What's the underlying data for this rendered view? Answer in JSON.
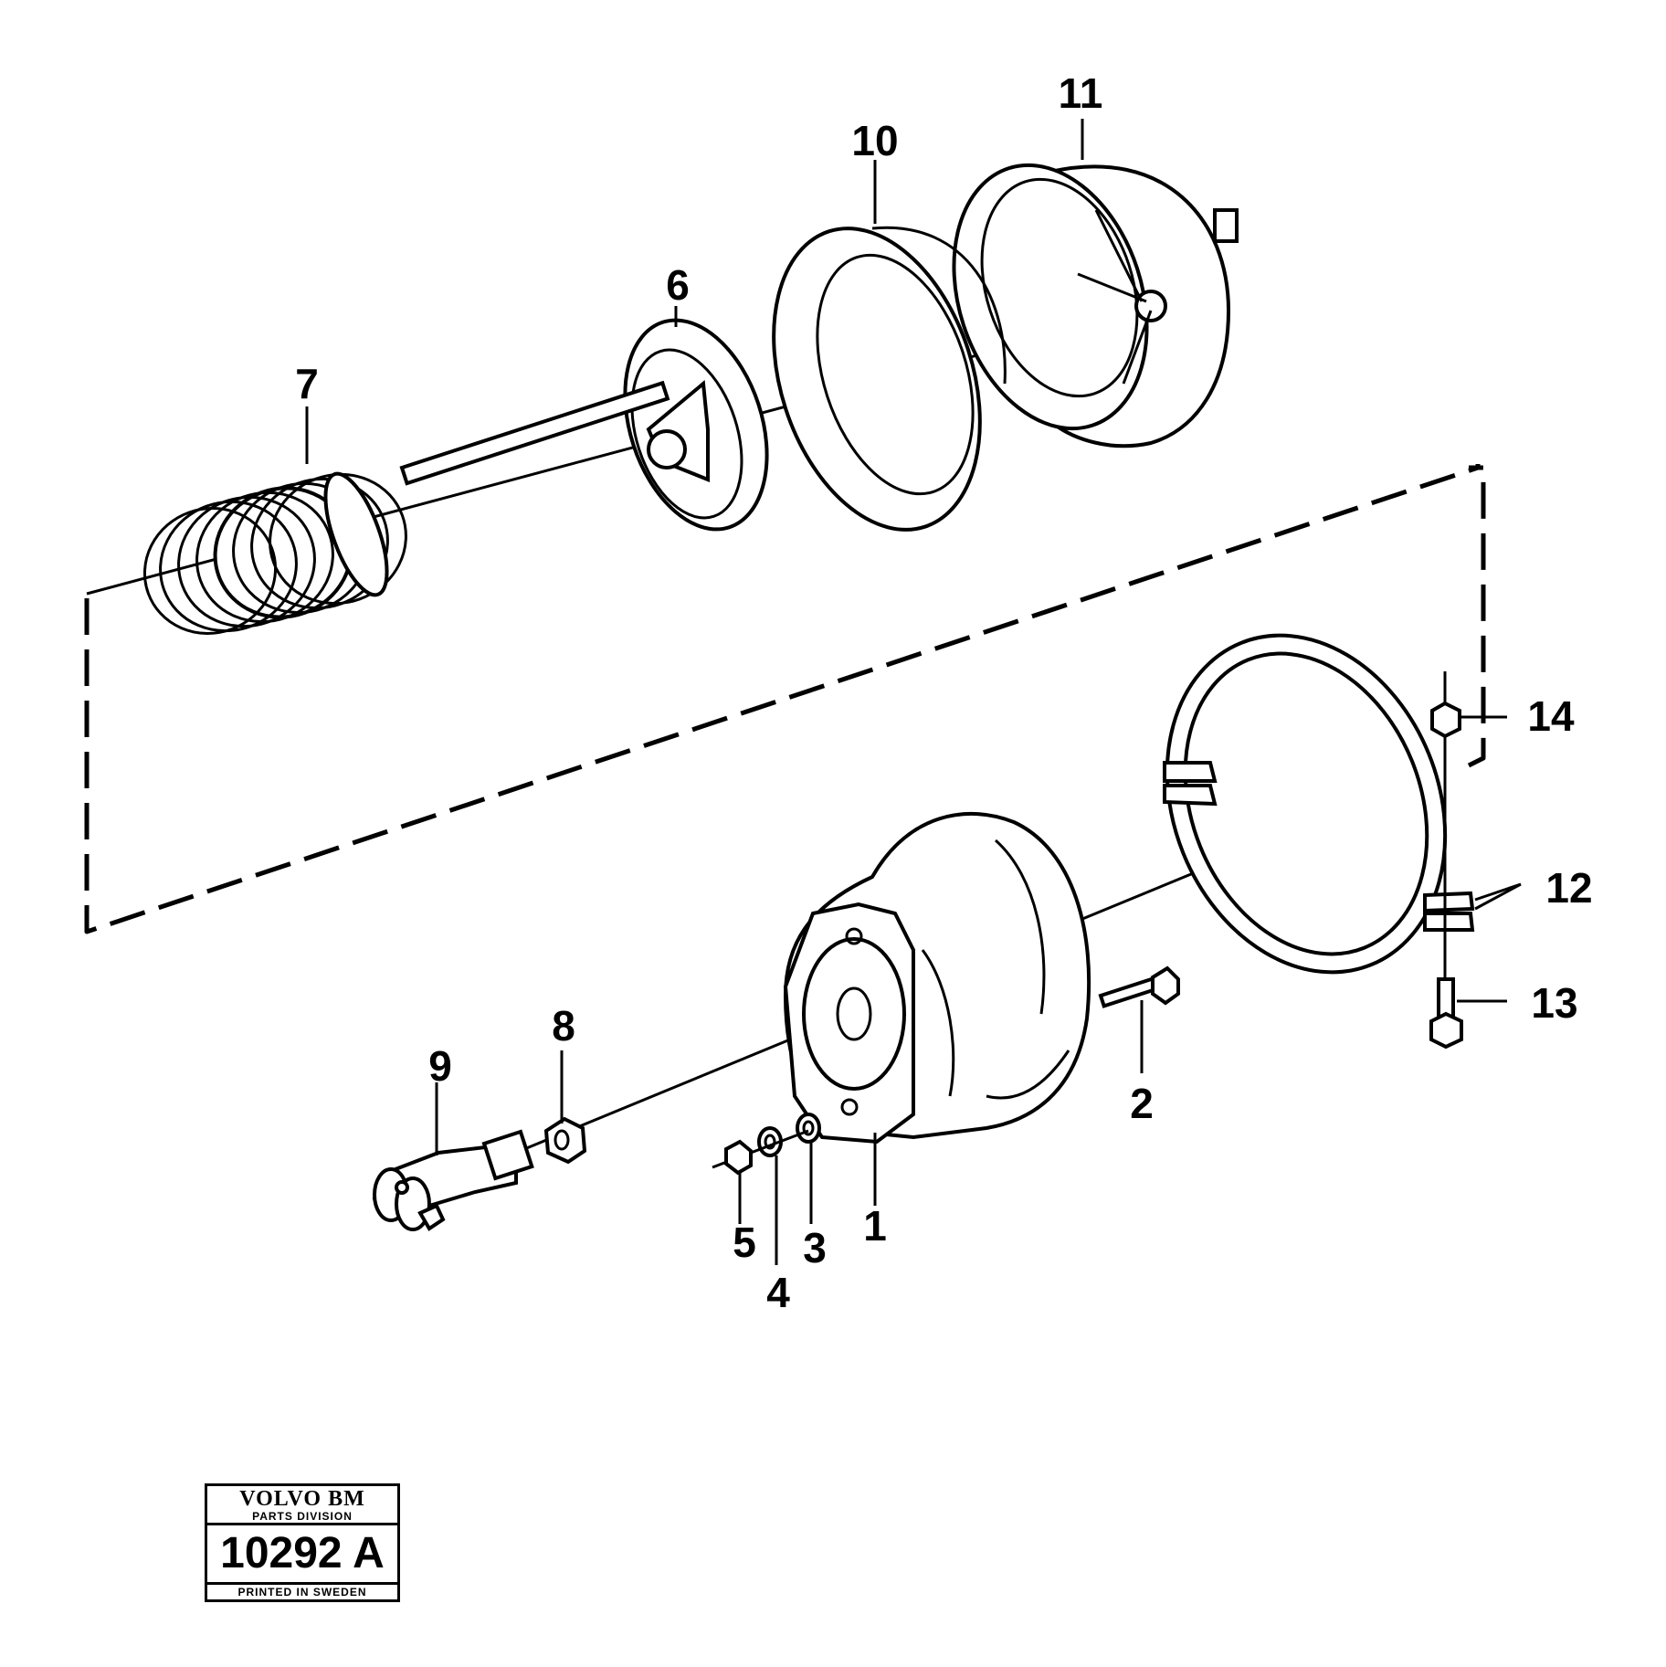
{
  "callouts": [
    {
      "id": "1",
      "label": "1"
    },
    {
      "id": "2",
      "label": "2"
    },
    {
      "id": "3",
      "label": "3"
    },
    {
      "id": "4",
      "label": "4"
    },
    {
      "id": "5",
      "label": "5"
    },
    {
      "id": "6",
      "label": "6"
    },
    {
      "id": "7",
      "label": "7"
    },
    {
      "id": "8",
      "label": "8"
    },
    {
      "id": "9",
      "label": "9"
    },
    {
      "id": "10",
      "label": "10"
    },
    {
      "id": "11",
      "label": "11"
    },
    {
      "id": "12",
      "label": "12"
    },
    {
      "id": "13",
      "label": "13"
    },
    {
      "id": "14",
      "label": "14"
    }
  ],
  "stamp": {
    "brand": "VOLVO BM",
    "division": "PARTS DIVISION",
    "number": "10292 A",
    "printed": "PRINTED IN SWEDEN"
  }
}
